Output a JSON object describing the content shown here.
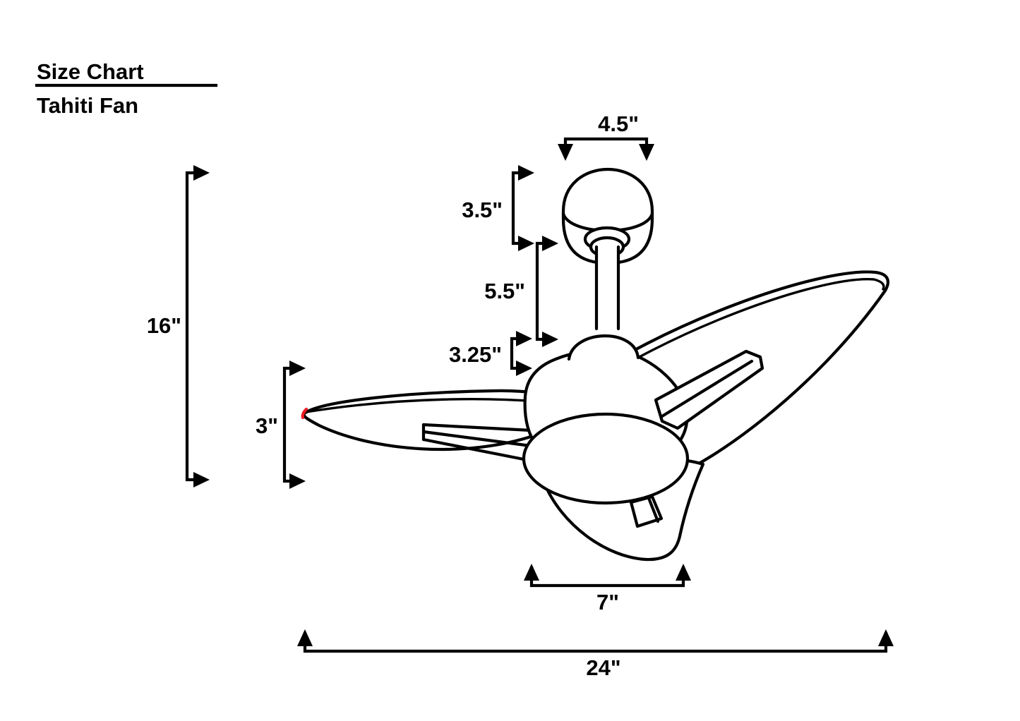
{
  "page": {
    "background": "#ffffff",
    "line_color": "#000000",
    "accent_color": "#ec1c24"
  },
  "header": {
    "title": "Size Chart",
    "subtitle": "Tahiti Fan"
  },
  "diagram": {
    "subject": "ceiling fan with three blades, canopy, downrod, motor housing and light bowl",
    "dimensions": {
      "canopy_width": {
        "label": "4.5\"",
        "value": 4.5
      },
      "canopy_height": {
        "label": "3.5\"",
        "value": 3.5
      },
      "downrod_length": {
        "label": "5.5\"",
        "value": 5.5
      },
      "motor_height": {
        "label": "3.25\"",
        "value": 3.25
      },
      "overall_height": {
        "label": "16\"",
        "value": 16
      },
      "blade_drop": {
        "label": "3\"",
        "value": 3
      },
      "bottom_span": {
        "label": "7\"",
        "value": 7
      },
      "overall_span": {
        "label": "24\"",
        "value": 24
      }
    }
  }
}
